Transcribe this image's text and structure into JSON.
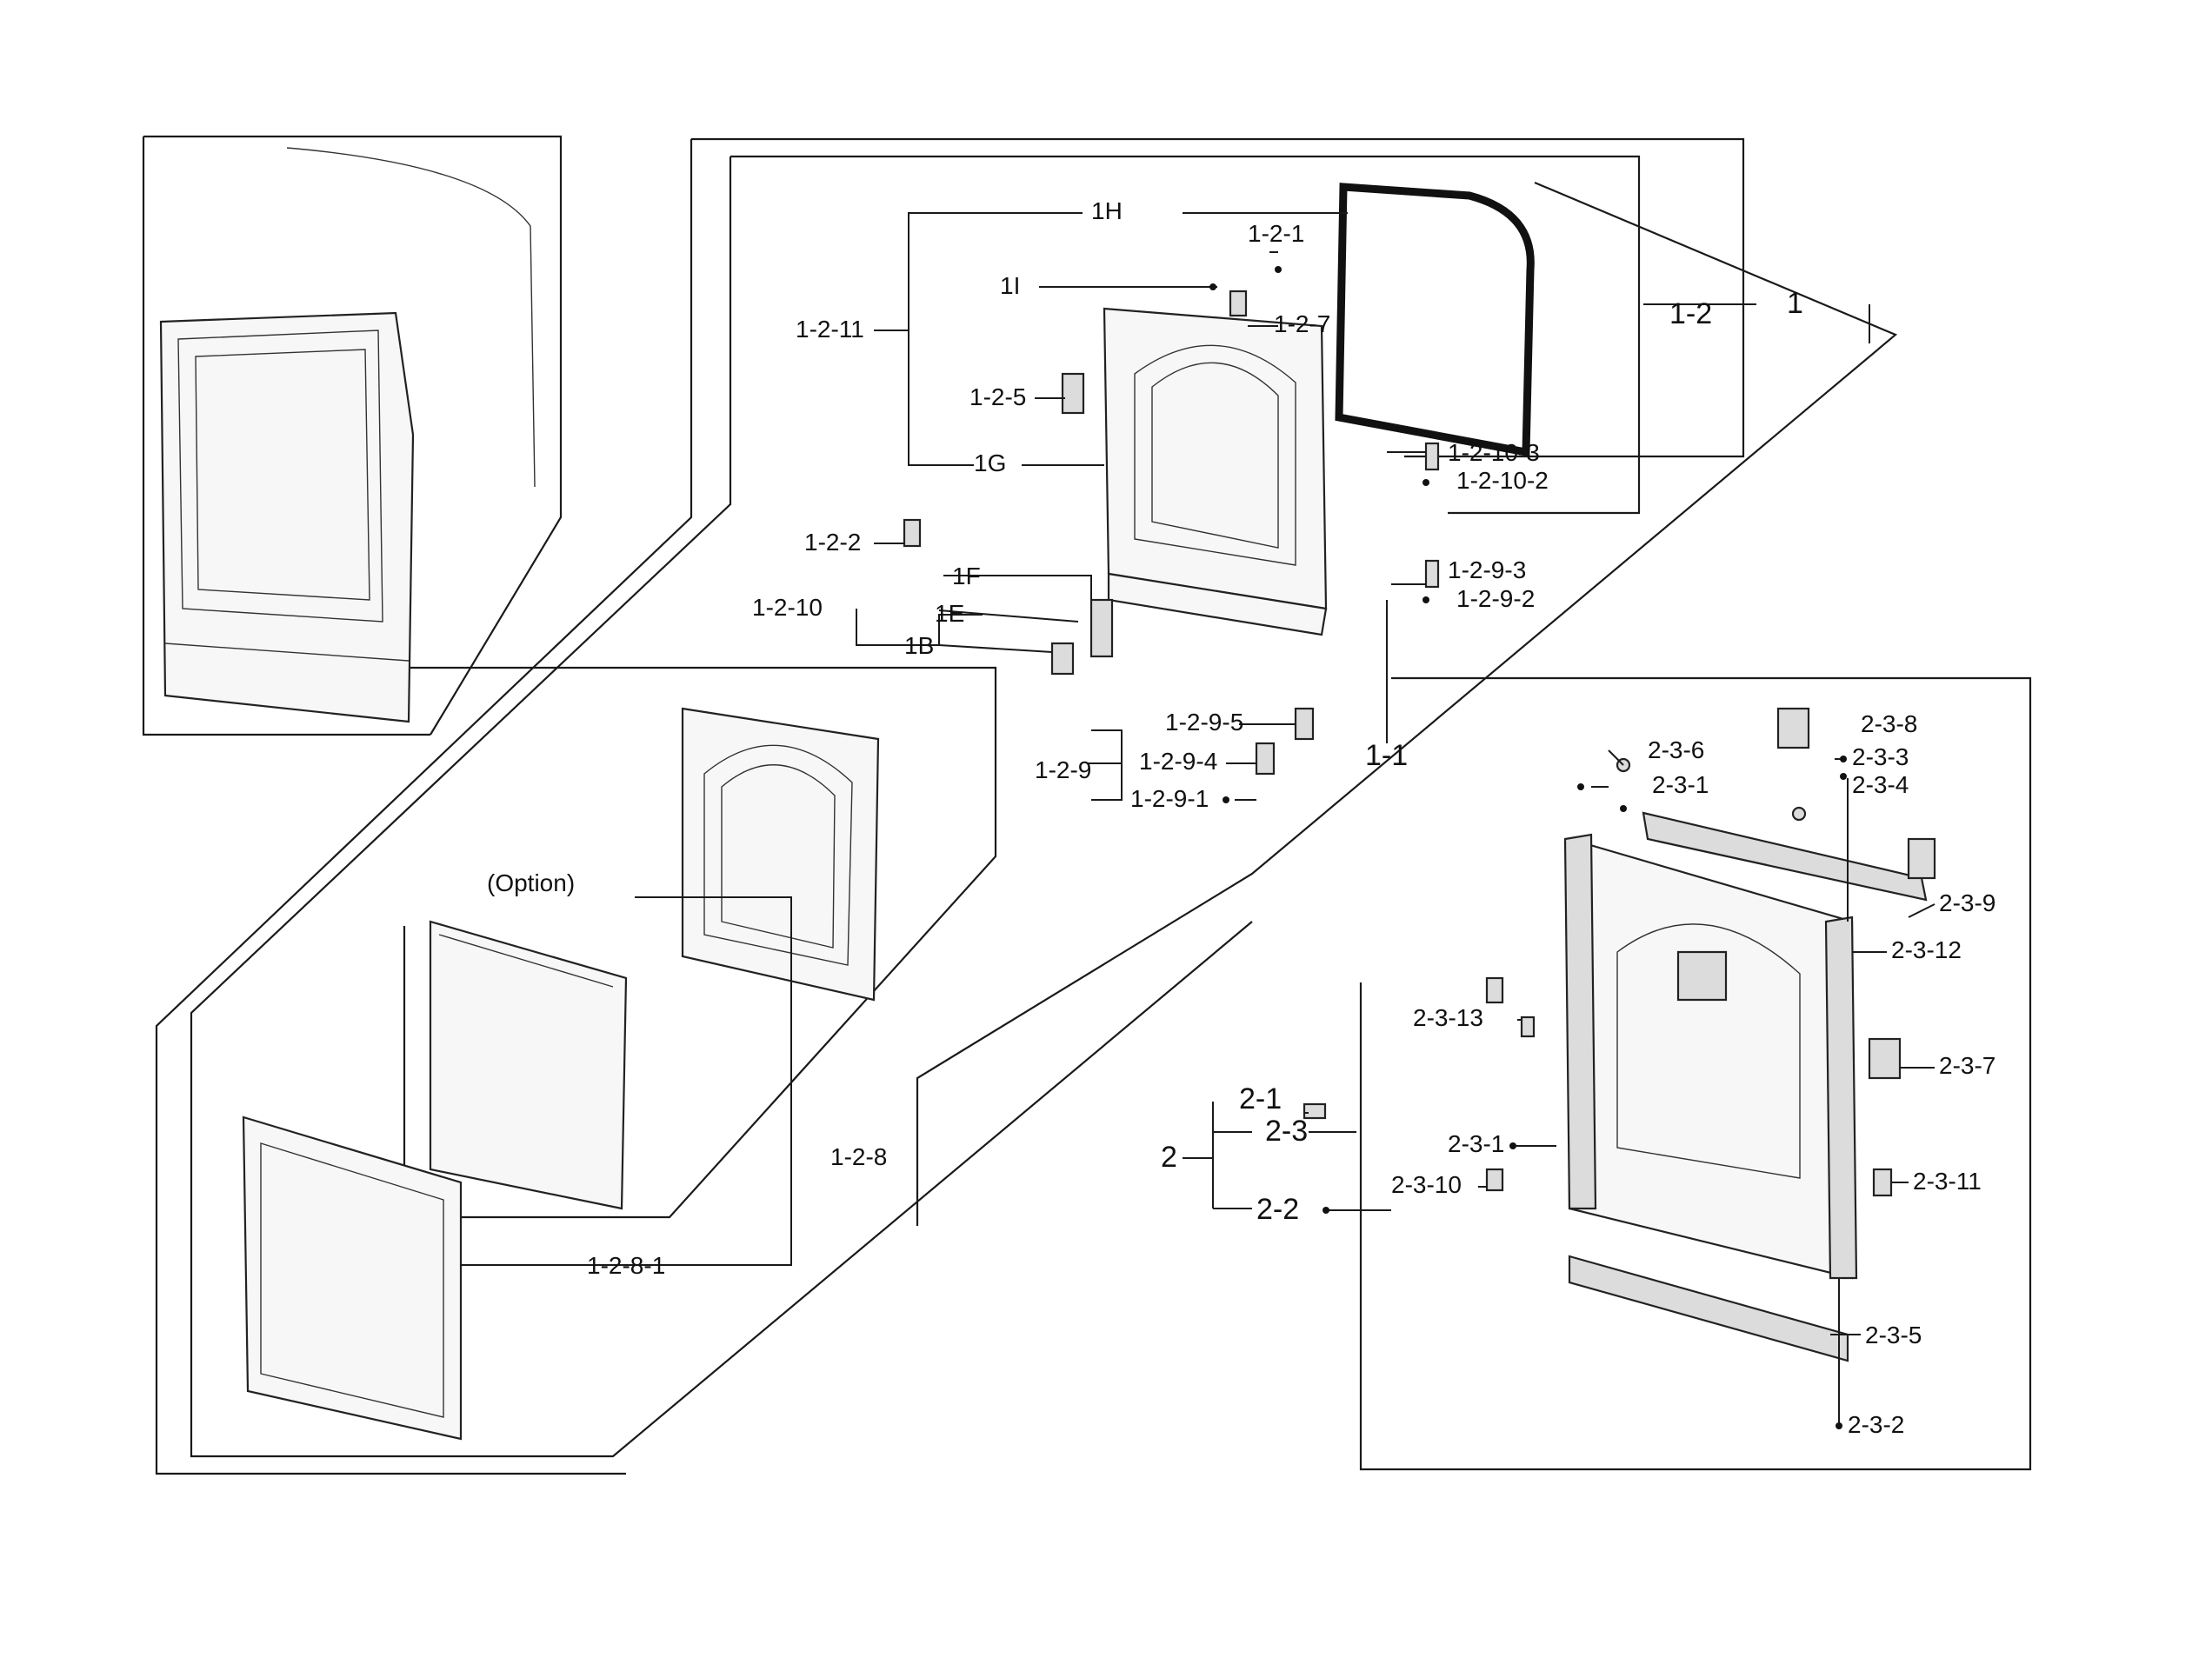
{
  "labels": {
    "1": "1",
    "1_1": "1-1",
    "1_2": "1-2",
    "1H": "1H",
    "1I": "1I",
    "1G": "1G",
    "1F": "1F",
    "1E": "1E",
    "1B": "1B",
    "1_2_1": "1-2-1",
    "1_2_2": "1-2-2",
    "1_2_5": "1-2-5",
    "1_2_7": "1-2-7",
    "1_2_8": "1-2-8",
    "1_2_8_1": "1-2-8-1",
    "1_2_9": "1-2-9",
    "1_2_9_1": "1-2-9-1",
    "1_2_9_2": "1-2-9-2",
    "1_2_9_3": "1-2-9-3",
    "1_2_9_4": "1-2-9-4",
    "1_2_9_5": "1-2-9-5",
    "1_2_10": "1-2-10",
    "1_2_10_2": "1-2-10-2",
    "1_2_10_3": "1-2-10-3",
    "1_2_11": "1-2-11",
    "2": "2",
    "2_1": "2-1",
    "2_2": "2-2",
    "2_3": "2-3",
    "2_3_1a": "2-3-1",
    "2_3_1b": "2-3-1",
    "2_3_2": "2-3-2",
    "2_3_3": "2-3-3",
    "2_3_4": "2-3-4",
    "2_3_5": "2-3-5",
    "2_3_6": "2-3-6",
    "2_3_7": "2-3-7",
    "2_3_8": "2-3-8",
    "2_3_9": "2-3-9",
    "2_3_10": "2-3-10",
    "2_3_11": "2-3-11",
    "2_3_12": "2-3-12",
    "2_3_13": "2-3-13",
    "option": "(Option)"
  }
}
